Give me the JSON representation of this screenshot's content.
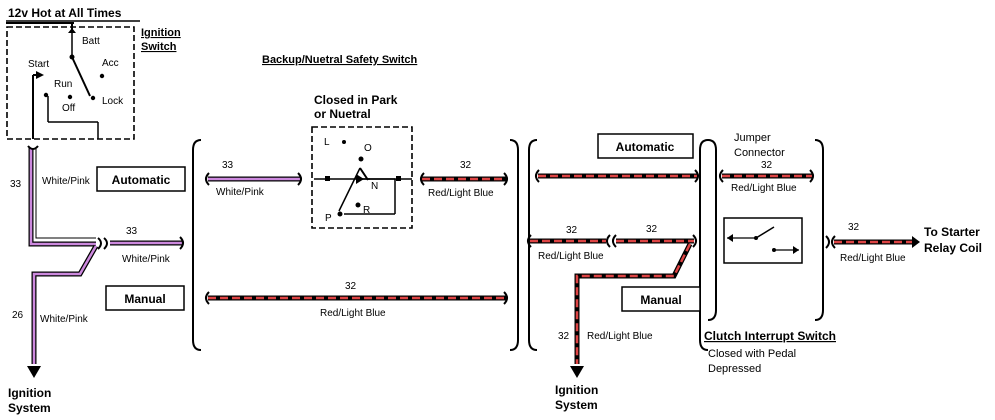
{
  "title": "12v Hot at All Times",
  "ignition_switch": {
    "label_line1": "Ignition",
    "label_line2": "Switch",
    "positions": {
      "batt": "Batt",
      "acc": "Acc",
      "start": "Start",
      "run": "Run",
      "off": "Off",
      "lock": "Lock"
    }
  },
  "safety_switch": {
    "title": "Backup/Nuetral Safety Switch",
    "note_line1": "Closed in Park",
    "note_line2": "or Nuetral",
    "gears": {
      "l": "L",
      "o": "O",
      "n": "N",
      "r": "R",
      "p": "P"
    }
  },
  "boxes": {
    "automatic_left": "Automatic",
    "manual_left": "Manual",
    "automatic_right": "Automatic",
    "manual_right": "Manual"
  },
  "wires": {
    "w33_vertical_num": "33",
    "w33_vertical_color": "White/Pink",
    "w33_branch_num": "33",
    "w33_branch_color": "White/Pink",
    "w26_num": "26",
    "w26_color": "White/Pink",
    "w33_auto_num": "33",
    "w33_auto_color": "White/Pink",
    "w32_safety_num": "32",
    "w32_safety_color": "Red/Light Blue",
    "w32_manual_num": "32",
    "w32_manual_color": "Red/Light Blue",
    "w32_mid_num_a": "32",
    "w32_mid_num_b": "32",
    "w32_mid_color": "Red/Light Blue",
    "w32_down_num": "32",
    "w32_down_color": "Red/Light Blue",
    "w32_jumper_num": "32",
    "w32_jumper_color": "Red/Light Blue",
    "w32_out_num": "32",
    "w32_out_color": "Red/Light Blue"
  },
  "jumper": {
    "line1": "Jumper",
    "line2": "Connector"
  },
  "clutch": {
    "title": "Clutch Interrupt Switch",
    "note_line1": "Closed with Pedal",
    "note_line2": "Depressed"
  },
  "starter": {
    "line1": "To Starter",
    "line2": "Relay Coil"
  },
  "ignition_left": {
    "line1": "Ignition",
    "line2": "System"
  },
  "ignition_mid": {
    "line1": "Ignition",
    "line2": "System"
  }
}
